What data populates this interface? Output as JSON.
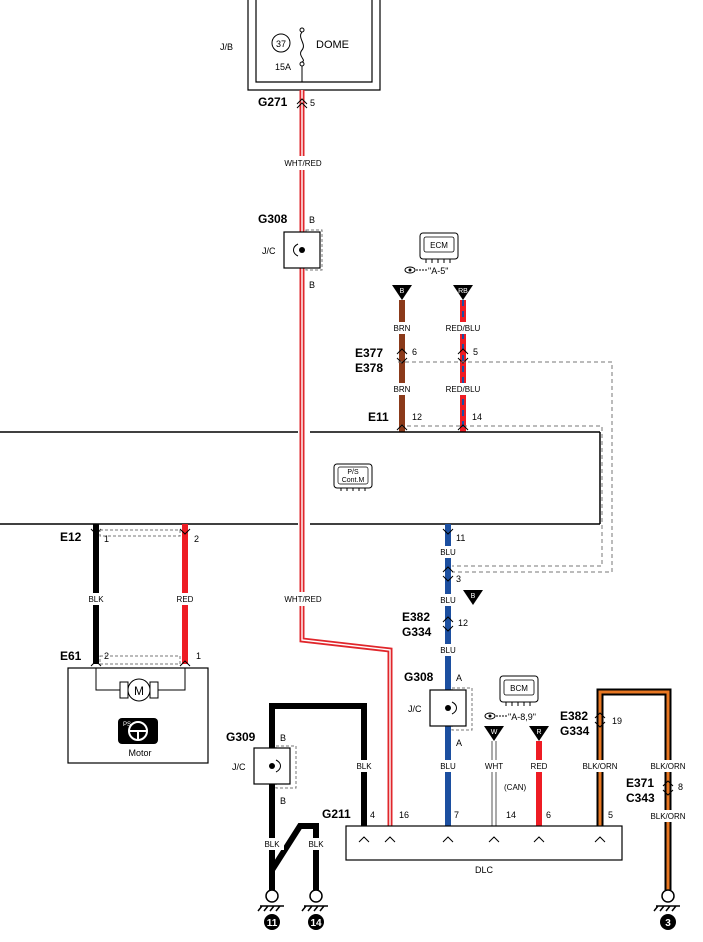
{
  "junction_block": {
    "label": "J/B",
    "fuse_number": "37",
    "fuse_name": "DOME",
    "fuse_rating": "15A"
  },
  "connectors": {
    "g271": "G271",
    "g308": "G308",
    "e377": "E377",
    "e378": "E378",
    "e11": "E11",
    "e12": "E12",
    "e61": "E61",
    "e382": "E382",
    "g334": "G334",
    "g309": "G309",
    "g211": "G211",
    "e371": "E371",
    "c343": "C343"
  },
  "pins": {
    "g271_5": "5",
    "g308_b_top": "B",
    "g308_b_bottom": "B",
    "e377_6": "6",
    "e377_5": "5",
    "e11_12": "12",
    "e11_14": "14",
    "e12_1": "1",
    "e12_2": "2",
    "e61_2": "2",
    "e61_1": "1",
    "pscm_11": "11",
    "mid_3": "3",
    "e382_12": "12",
    "g308b_a_top": "A",
    "g308b_a_bottom": "A",
    "e382b_19": "19",
    "e371_8": "8",
    "g309_b_top": "B",
    "g309_b_bottom": "B",
    "dlc_4": "4",
    "dlc_16": "16",
    "dlc_7": "7",
    "dlc_14": "14",
    "dlc_6": "6",
    "dlc_5": "5"
  },
  "wire_colors": {
    "wht_red_top": "WHT/RED",
    "wht_red_bottom": "WHT/RED",
    "brn_top": "BRN",
    "brn_bottom": "BRN",
    "red_blu_top": "RED/BLU",
    "red_blu_bottom": "RED/BLU",
    "blk_e12": "BLK",
    "red_e12": "RED",
    "blu_1": "BLU",
    "blu_2": "BLU",
    "blu_3": "BLU",
    "blu_4": "BLU",
    "blk_g211": "BLK",
    "wht": "WHT",
    "can": "(CAN)",
    "red_dlc": "RED",
    "blk_orn_1": "BLK/ORN",
    "blk_orn_2": "BLK/ORN",
    "blk_orn_3": "BLK/ORN",
    "blk_g309_1": "BLK",
    "blk_g309_2": "BLK"
  },
  "components": {
    "jc_label_1": "J/C",
    "jc_label_2": "J/C",
    "jc_label_3": "J/C",
    "ecm": "ECM",
    "bcm": "BCM",
    "pscm_line1": "P/S",
    "pscm_line2": "Cont.M",
    "motor_symbol": "M",
    "motor": "Motor",
    "ps_badge": "PS",
    "dlc": "DLC"
  },
  "references": {
    "ecm_ref": "\"A-5\"",
    "bcm_ref": "\"A-8,9\""
  },
  "flags": {
    "ecm_b": "B",
    "ecm_rb": "RB",
    "mid_b": "B",
    "bcm_w": "W",
    "bcm_r": "R"
  },
  "grounds": {
    "g11": "11",
    "g14": "14",
    "g3": "3"
  },
  "colors": {
    "wht_red": "#e0262b",
    "brn": "#8b3a1a",
    "red": "#ee1c24",
    "blu": "#1c4fa0",
    "blk": "#000000",
    "orn": "#e87722",
    "dashed": "#777777"
  },
  "icons": [
    "eye-reference-icon",
    "ground-icon",
    "motor-icon",
    "steering-wheel-icon",
    "fuse-icon"
  ]
}
